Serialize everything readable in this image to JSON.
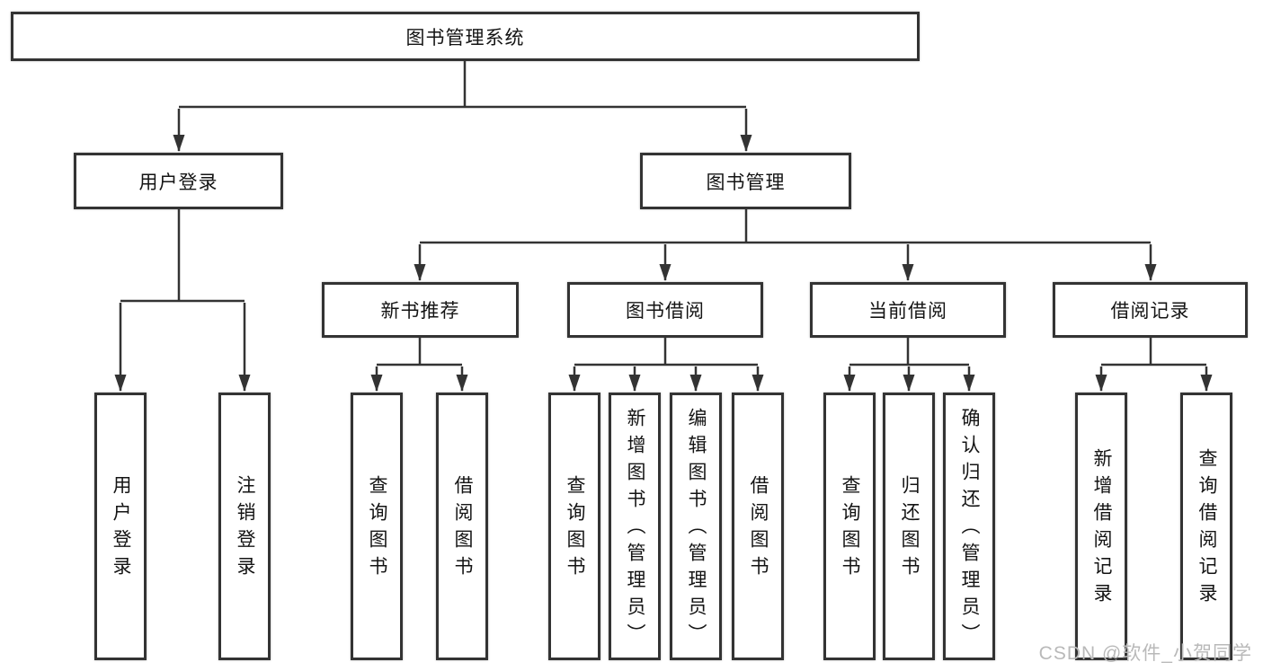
{
  "tree": {
    "root": "图书管理系统",
    "branches": [
      {
        "label": "用户登录",
        "children": [
          "用户登录",
          "注销登录"
        ]
      },
      {
        "label": "图书管理",
        "children": [
          {
            "label": "新书推荐",
            "children": [
              "查询图书",
              "借阅图书"
            ]
          },
          {
            "label": "图书借阅",
            "children": [
              "查询图书",
              "新增图书（管理员）",
              "编辑图书（管理员）",
              "借阅图书"
            ]
          },
          {
            "label": "当前借阅",
            "children": [
              "查询图书",
              "归还图书",
              "确认归还（管理员）"
            ]
          },
          {
            "label": "借阅记录",
            "children": [
              "新增借阅记录",
              "查询借阅记录"
            ]
          }
        ]
      }
    ]
  },
  "watermark": {
    "text": "CSDN @软件_小贺同学"
  },
  "colors": {
    "line": "#333333",
    "node_border": "#333333",
    "node_fill": "#ffffff",
    "text": "#141414",
    "watermark": "#b9b9b9"
  }
}
